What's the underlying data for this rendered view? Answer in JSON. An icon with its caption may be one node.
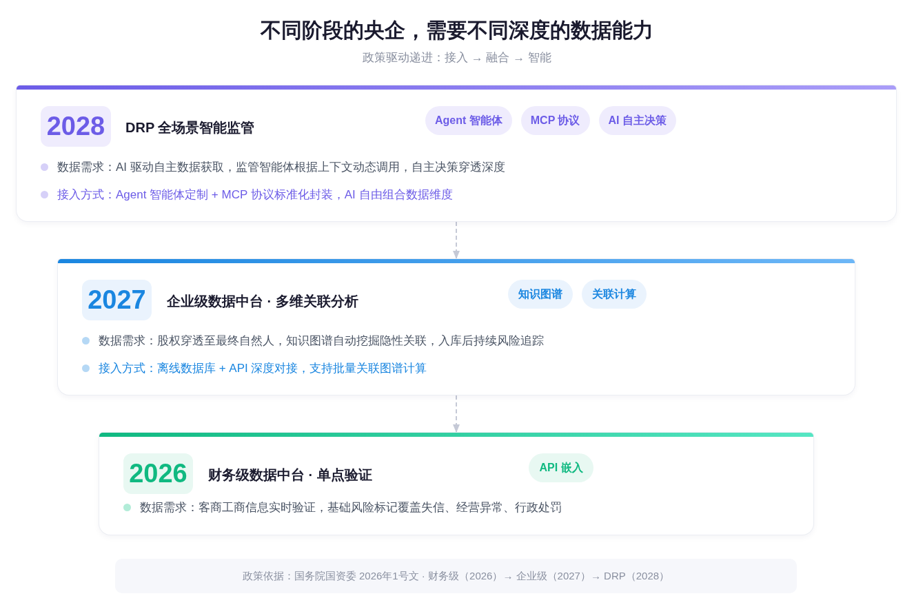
{
  "diagram": {
    "title": "不同阶段的央企，需要不同深度的数据能力",
    "nodes": [
      {
        "text": [
          "DRP 全场景智能监管",
          "数据需求：AI 驱动自主数据获取，监管智能体根据上下文动态调用，自主决策穿透深度",
          "接入方式：Agent 智能体定制 + MCP 协议标准化封装，AI 自由组合数据维度"
        ]
      },
      {
        "text": [
          "2028"
        ],
        "in": 0
      },
      {
        "text": [
          "Agent 智能体"
        ],
        "in": 0
      },
      {
        "text": [
          "MCP 协议"
        ],
        "in": 0
      },
      {
        "text": [
          "AI 自主决策"
        ],
        "in": 0
      },
      {
        "text": [
          "企业级数据中台 · 多维关联分析",
          "数据需求：股权穿透至最终自然人，知识图谱自动挖掘隐性关联，入库后持续风险追踪",
          "接入方式：离线数据库 + API 深度对接，支持批量关联图谱计算"
        ]
      },
      {
        "text": [
          "2027"
        ],
        "in": 5
      },
      {
        "text": [
          "知识图谱"
        ],
        "in": 5
      },
      {
        "text": [
          "关联计算"
        ],
        "in": 5
      },
      {
        "text": [
          "财务级数据中台 · 单点验证",
          "数据需求：客商工商信息实时验证，基础风险标记覆盖失信、经营异常、行政处罚"
        ]
      },
      {
        "text": [
          "2026"
        ],
        "in": 9
      },
      {
        "text": [
          "API 嵌入"
        ],
        "in": 9
      },
      {
        "text": [
          "政策依据：国务院国资委 2026年1号文 · 财务级（2026）→ 企业级（2027）→ DRP（2028）"
        ]
      }
    ],
    "edges": [
      {
        "from": 0,
        "to": 5,
        "arrow": "to",
        "style": "dashed"
      },
      {
        "from": 5,
        "to": 9,
        "arrow": "to",
        "style": "dashed"
      }
    ],
    "labels": [
      "政策驱动递进：接入 → 融合 → 智能"
    ]
  }
}
